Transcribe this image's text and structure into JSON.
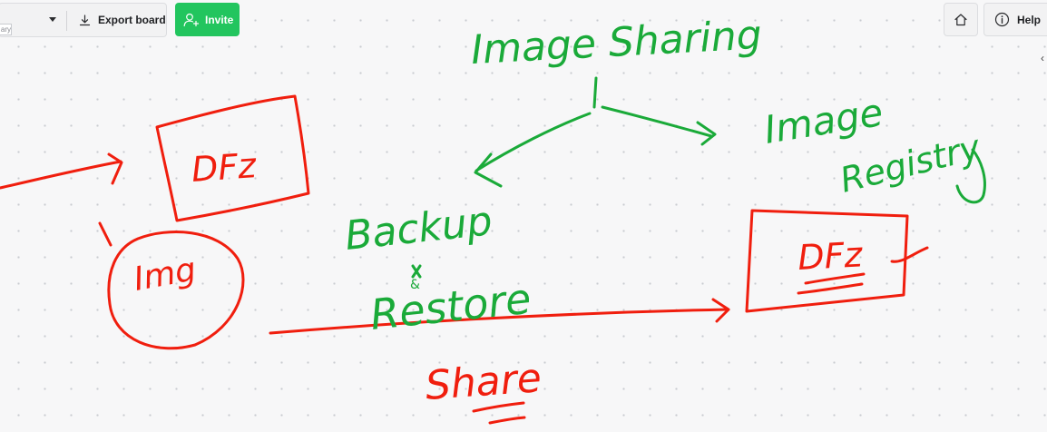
{
  "toolbar": {
    "board_select_value": "ary",
    "export_label": "Export board",
    "invite_label": "Invite",
    "help_label": "Help"
  },
  "icons": {
    "board_select": "chevron-down-icon",
    "export": "download-icon",
    "invite": "add-user-icon",
    "home": "home-icon",
    "help": "info-icon",
    "collapse": "chevron-left-icon"
  },
  "colors": {
    "accent_green": "#22c55e",
    "ink_green": "#1aaa39",
    "ink_red": "#f01e0e"
  },
  "sketch": {
    "title": "Image Sharing",
    "registry": [
      "Image",
      "Registry"
    ],
    "backup": [
      "Backup",
      "&",
      "Restore"
    ],
    "share": "Share",
    "box_left": "DFz",
    "box_right": "DFz",
    "circle": "Img"
  }
}
